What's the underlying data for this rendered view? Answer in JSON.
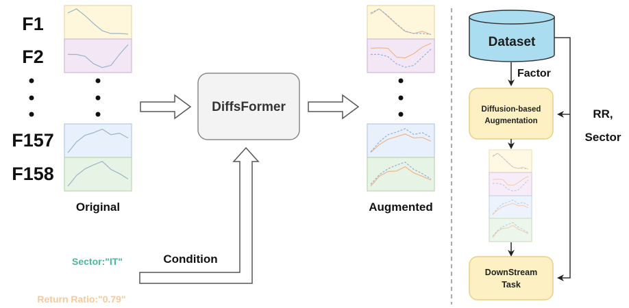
{
  "features": [
    {
      "label": "F1",
      "color": "#fff7dc",
      "border": "#e7d9a6",
      "original": [
        0.85,
        1.0,
        0.75,
        0.45,
        0.18,
        0.08,
        0.08,
        0.06
      ],
      "augmented_a": [
        0.8,
        1.0,
        0.72,
        0.42,
        0.16,
        0.08,
        0.16,
        0.04
      ],
      "augmented_b": [
        0.85,
        1.0,
        0.74,
        0.44,
        0.17,
        0.08,
        0.08,
        0.04
      ]
    },
    {
      "label": "F2",
      "color": "#f3e7f6",
      "border": "#cfb8d6",
      "original": [
        0.55,
        0.55,
        0.48,
        0.2,
        0.06,
        0.14,
        0.55,
        0.92
      ],
      "augmented_a": [
        0.78,
        0.8,
        0.78,
        0.45,
        0.42,
        0.58,
        0.82,
        0.97
      ],
      "augmented_b": [
        0.55,
        0.55,
        0.47,
        0.2,
        0.07,
        0.14,
        0.45,
        0.75
      ]
    },
    {
      "label": "F157",
      "color": "#e8f0fc",
      "border": "#b3c7e3",
      "original": [
        0.05,
        0.45,
        0.7,
        0.8,
        0.93,
        0.72,
        0.78,
        0.6
      ],
      "augmented_a": [
        0.06,
        0.35,
        0.55,
        0.65,
        0.75,
        0.6,
        0.62,
        0.48
      ],
      "augmented_b": [
        0.08,
        0.45,
        0.72,
        0.82,
        0.95,
        0.73,
        0.8,
        0.62
      ]
    },
    {
      "label": "F158",
      "color": "#e7f3e4",
      "border": "#b9d6b1",
      "original": [
        0.05,
        0.45,
        0.7,
        0.85,
        0.98,
        0.68,
        0.52,
        0.32
      ],
      "augmented_a": [
        0.05,
        0.42,
        0.6,
        0.62,
        0.78,
        0.55,
        0.42,
        0.28
      ],
      "augmented_b": [
        0.12,
        0.48,
        0.7,
        0.84,
        0.95,
        0.68,
        0.52,
        0.32
      ]
    }
  ],
  "line_colors": {
    "original": "#9ab4c8",
    "augmented_orange": "#f0b48a",
    "augmented_blue": "#8fb2d6"
  },
  "left": {
    "caption": "Original"
  },
  "center": {
    "model_label": "DiffsFormer",
    "condition_label": "Condition"
  },
  "right_panel": {
    "caption": "Augmented"
  },
  "conditions": {
    "sector": "Sector:\"IT\"",
    "return_ratio": "Return Ratio:\"0.79\""
  },
  "pipeline": {
    "dataset_label": "Dataset",
    "factor_label": "Factor",
    "augmentation_label_line1": "Diffusion-based",
    "augmentation_label_line2": "Augmentation",
    "downstream_label_line1": "DownStream",
    "downstream_label_line2": "Task",
    "side_label_line1": "RR,",
    "side_label_line2": "Sector"
  },
  "colors": {
    "dataset_fill": "#a9ddef",
    "box_fill": "#fdf1c4",
    "box_border": "#e7cf86",
    "model_fill": "#f3f3f3",
    "sector_text": "#4fb69b",
    "rr_text": "#f7c999"
  }
}
